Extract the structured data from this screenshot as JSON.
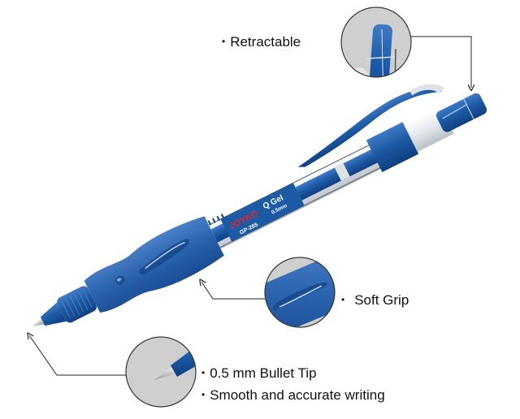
{
  "product": {
    "brand": "JOYKO",
    "model": "GP-265",
    "name": "Q Gel",
    "tip_size_label": "0.5mm",
    "colors": {
      "body_blue": "#1d5aa6",
      "body_dark": "#0f3f80",
      "grip_blue": "#2a62ad",
      "clear_barrel": "#e8ecef",
      "metal_tip": "#c9c9c9",
      "brand_red": "#e0262b",
      "callout_fill": "#cfcfcf"
    }
  },
  "callouts": [
    {
      "id": "retractable",
      "bullets": [
        "Retractable"
      ]
    },
    {
      "id": "soft-grip",
      "bullets": [
        "Soft Grip"
      ]
    },
    {
      "id": "bullet-tip",
      "bullets": [
        "0.5 mm Bullet Tip",
        "Smooth and accurate writing"
      ]
    }
  ],
  "bullet_char": "•"
}
